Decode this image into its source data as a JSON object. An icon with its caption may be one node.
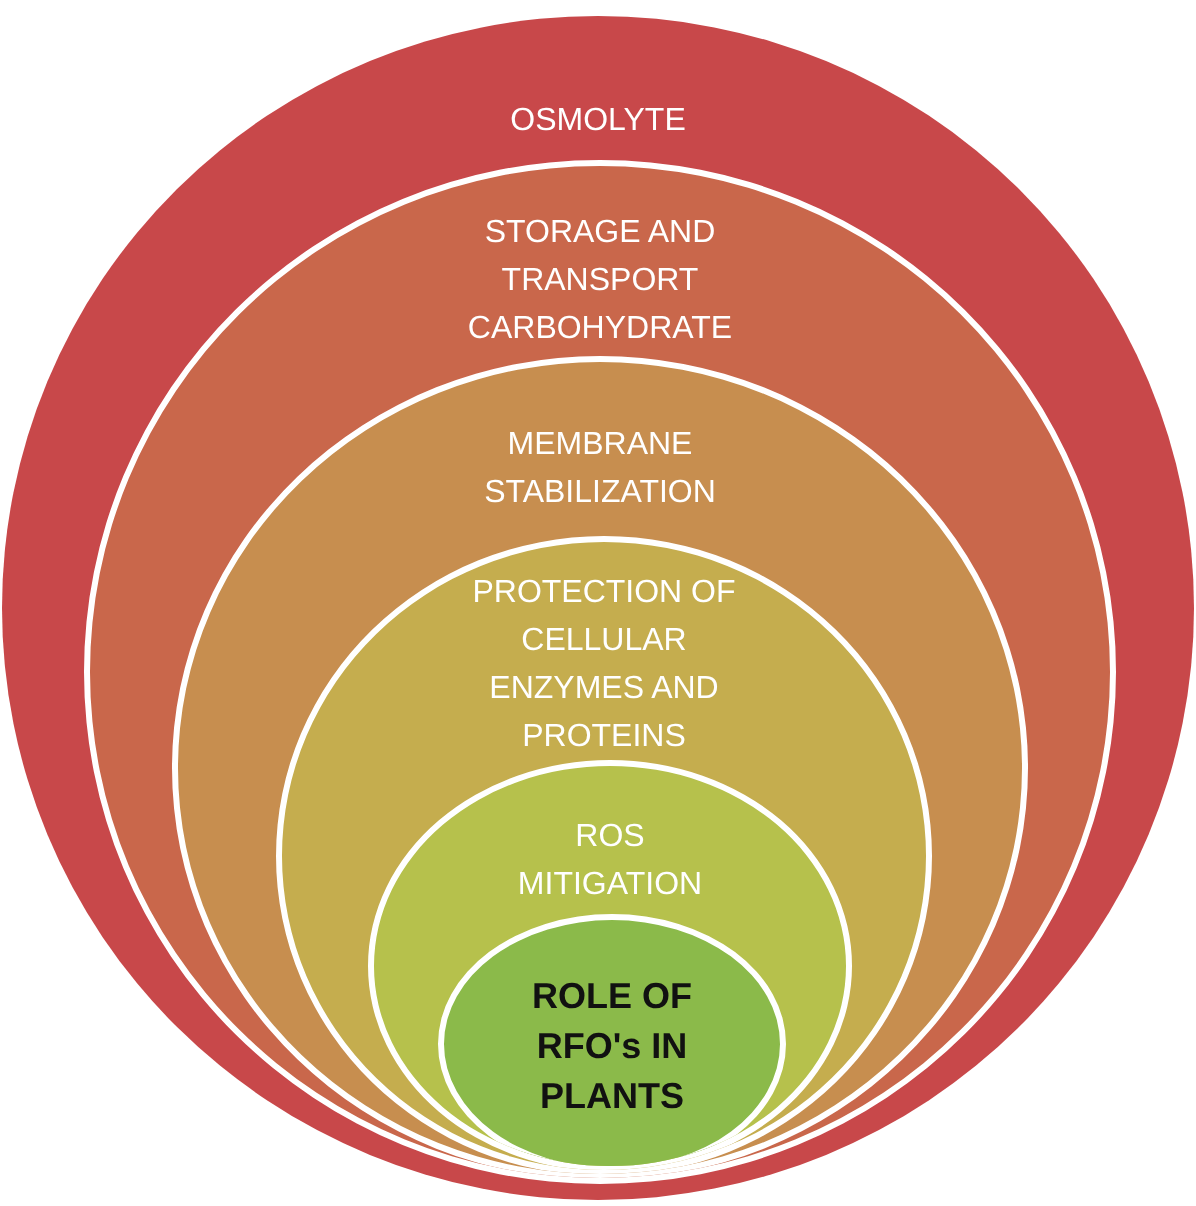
{
  "diagram": {
    "nodes": [
      {
        "text": [
          "OSMOLYTE"
        ]
      },
      {
        "text": [
          "STORAGE AND TRANSPORT CARBOHYDRATE"
        ],
        "in": 0
      },
      {
        "text": [
          "MEMBRANE STABILIZATION"
        ],
        "in": 1
      },
      {
        "text": [
          "PROTECTION OF CELLULAR ENZYMES AND PROTEINS"
        ],
        "in": 2
      },
      {
        "text": [
          "ROS MITIGATION"
        ],
        "in": 3
      },
      {
        "text": [
          "ROLE OF RFO's IN PLANTS"
        ],
        "in": 4
      }
    ]
  }
}
